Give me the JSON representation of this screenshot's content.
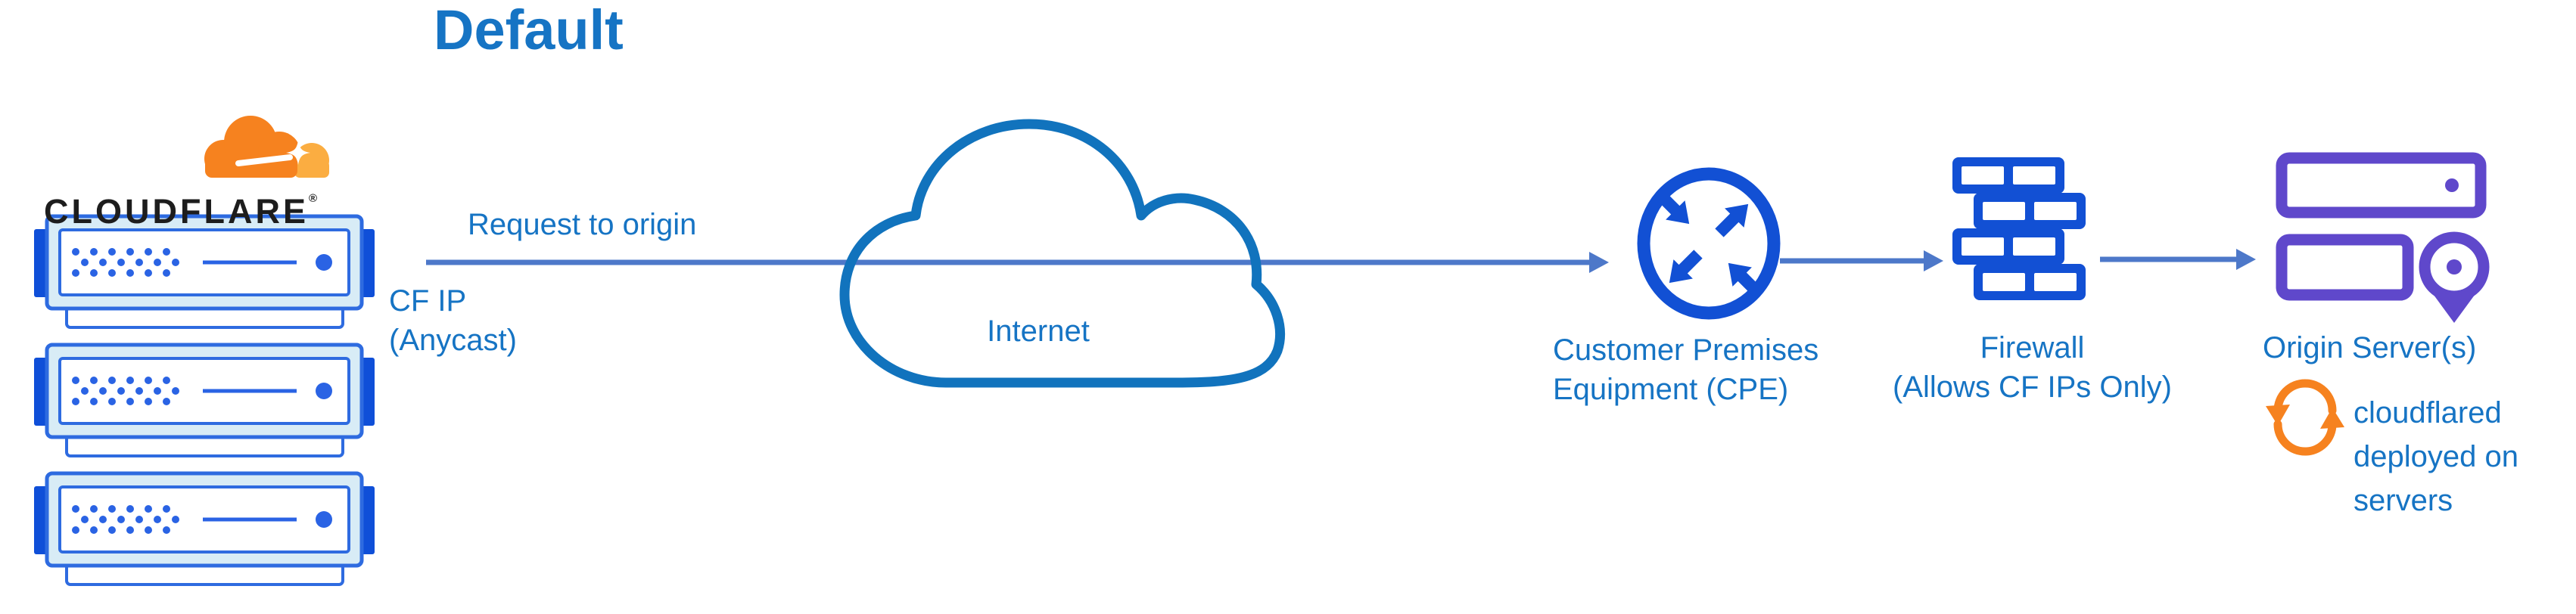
{
  "title": "Default",
  "logo": {
    "wordmark": "CLOUDFLARE",
    "registered": "®"
  },
  "edge": {
    "ip_line1": "CF IP",
    "ip_line2": "(Anycast)"
  },
  "request": {
    "label": "Request to origin"
  },
  "internet": {
    "label": "Internet"
  },
  "cpe": {
    "line1": "Customer Premises",
    "line2": "Equipment (CPE)"
  },
  "firewall": {
    "line1": "Firewall",
    "line2": "(Allows CF IPs Only)"
  },
  "origin": {
    "label": "Origin Server(s)",
    "note1": "cloudflared",
    "note2": "deployed on",
    "note3": "servers"
  },
  "colors": {
    "label_blue": "#1674c4",
    "arrow_blue": "#4d78c9",
    "royal_blue": "#1250d4",
    "cloud_blue": "#1173bd",
    "server_border": "#2e6be0",
    "server_fill": "#d8ecf6",
    "tab_blue": "#0f4fd8",
    "dot_blue": "#2a63e4",
    "purple": "#5f48cb",
    "orange": "#f6821f",
    "orange_light": "#fbad41",
    "wordmark_black": "#1d1d1d",
    "background": "#ffffff"
  }
}
